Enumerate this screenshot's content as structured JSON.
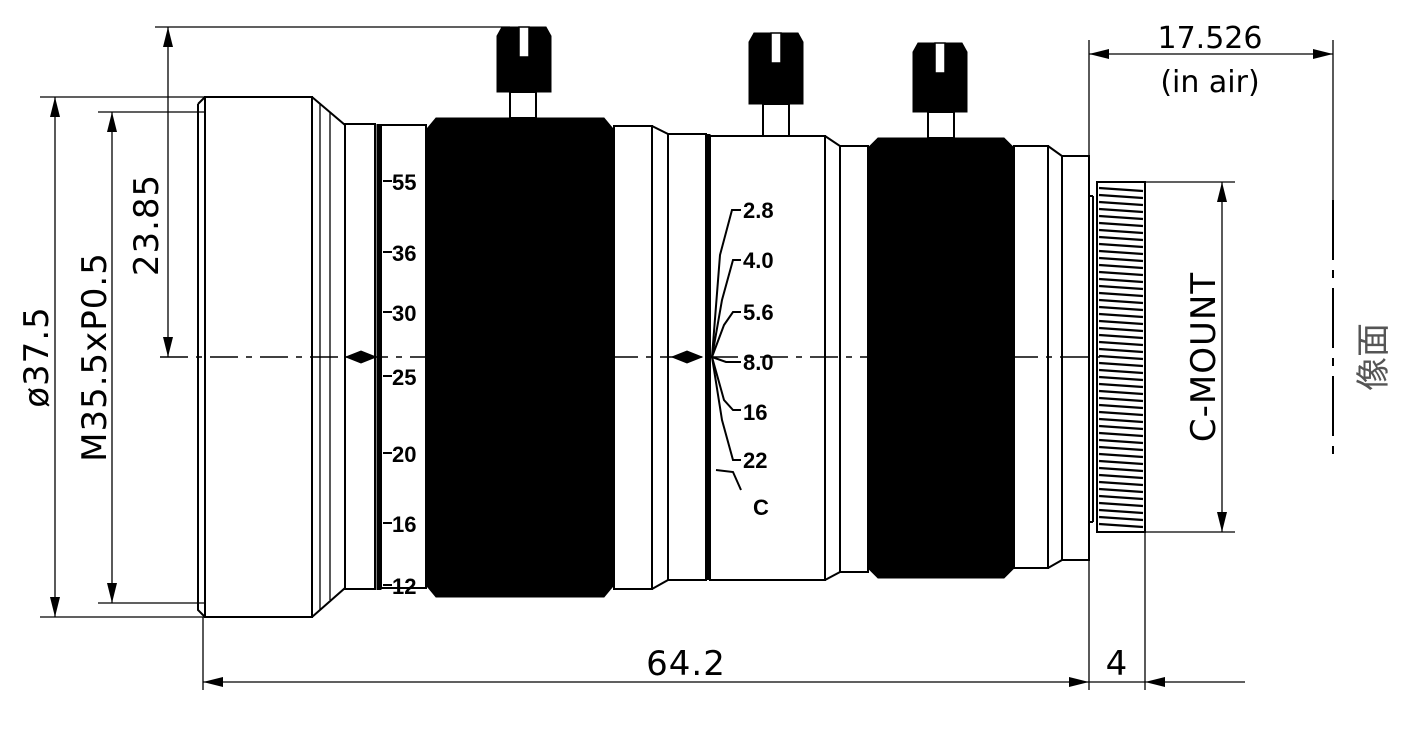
{
  "dimensions": {
    "diameter": "ø37.5",
    "thread": "M35.5xP0.5",
    "height_from_axis": "23.85",
    "back_focal": "17.526",
    "back_focal_note": "(in air)",
    "total_length": "64.2",
    "mount_length": "4"
  },
  "labels": {
    "mount": "C-MOUNT",
    "image_plane": "像面"
  },
  "focal_scale": [
    "55",
    "36",
    "30",
    "25",
    "20",
    "16",
    "12"
  ],
  "aperture_scale": [
    "2.8",
    "4.0",
    "5.6",
    "8.0",
    "16",
    "22",
    "C"
  ]
}
